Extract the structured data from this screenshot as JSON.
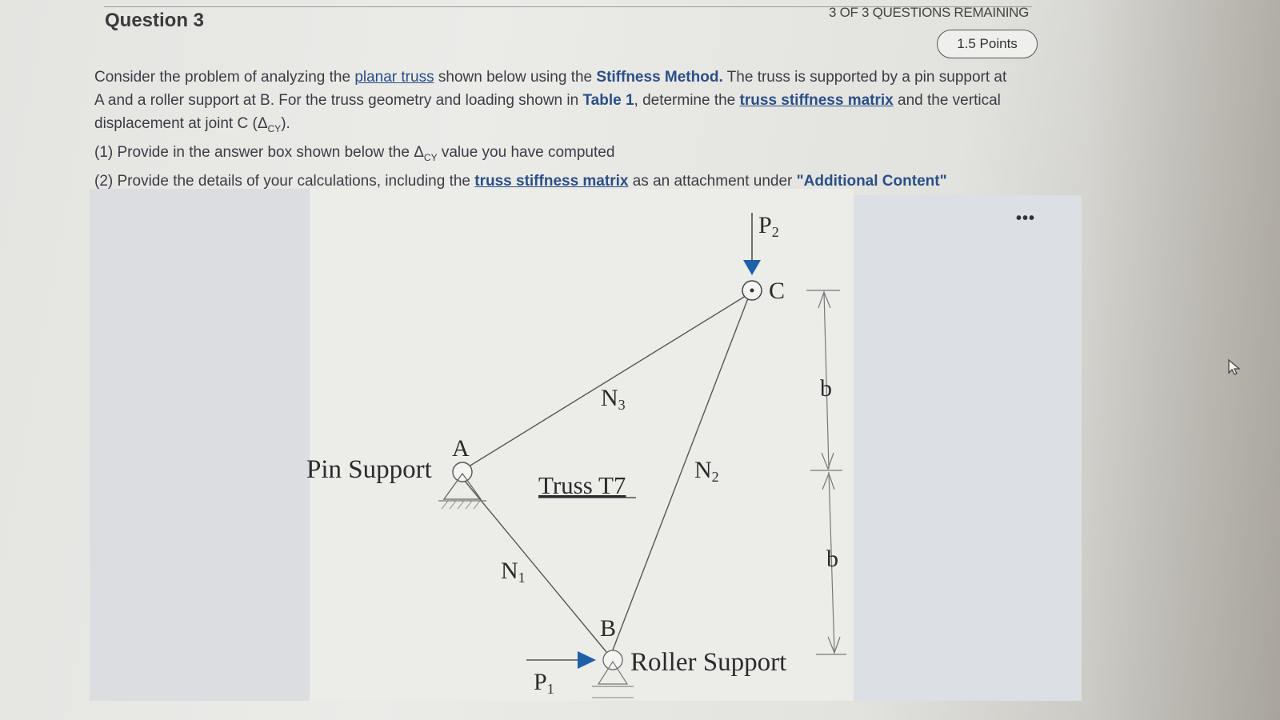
{
  "header": {
    "question_title": "Question 3",
    "remaining": "3 OF 3 QUESTIONS REMAINING",
    "points": "1.5 Points",
    "more_menu": "•••"
  },
  "body": {
    "p1_a": "Consider the problem of analyzing the ",
    "p1_link_planar": "planar truss",
    "p1_b": " shown below using the ",
    "p1_method": "Stiffness Method.",
    "p1_c": " The truss is supported by a pin support at A and a roller support at B. For the truss geometry and loading shown in ",
    "p1_table": "Table 1",
    "p1_d": ", determine the ",
    "p1_link_matrix": "truss stiffness matrix",
    "p1_e": " and the vertical displacement at joint C (Δ",
    "p1_sub": "CY",
    "p1_f": ").",
    "p2_a": "(1) Provide in the answer box shown below the Δ",
    "p2_sub": "CY",
    "p2_b": " value you have computed",
    "p3_a": "(2) Provide the details of your calculations, including the ",
    "p3_link": "truss stiffness matrix",
    "p3_b": " as an attachment under ",
    "p3_quote": "\"Additional Content\""
  },
  "figure": {
    "label_P2_main": "P",
    "label_P2_sub": "2",
    "label_C": "C",
    "label_A": "A",
    "label_B": "B",
    "label_N3_main": "N",
    "label_N3_sub": "3",
    "label_N2_main": "N",
    "label_N2_sub": "2",
    "label_N1_main": "N",
    "label_N1_sub": "1",
    "label_P1_main": "P",
    "label_P1_sub": "1",
    "label_pin": "Pin Support",
    "label_roller": "Roller Support",
    "label_truss": "Truss T7",
    "label_b_top": "b",
    "label_b_bottom": "b",
    "accent_color": "#1f5fa8"
  }
}
